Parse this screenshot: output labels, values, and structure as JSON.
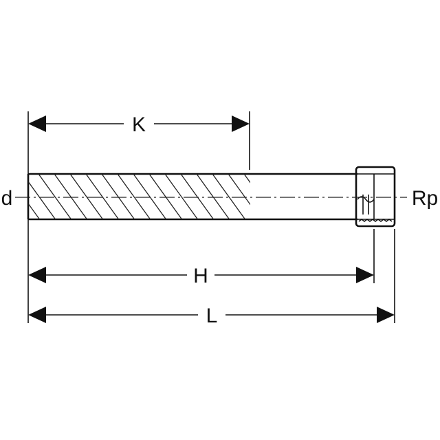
{
  "diagram": {
    "labels": {
      "diameter": "d",
      "thread": "Rp",
      "hatched_length": "K",
      "insertion_length": "H",
      "total_length": "L"
    }
  }
}
